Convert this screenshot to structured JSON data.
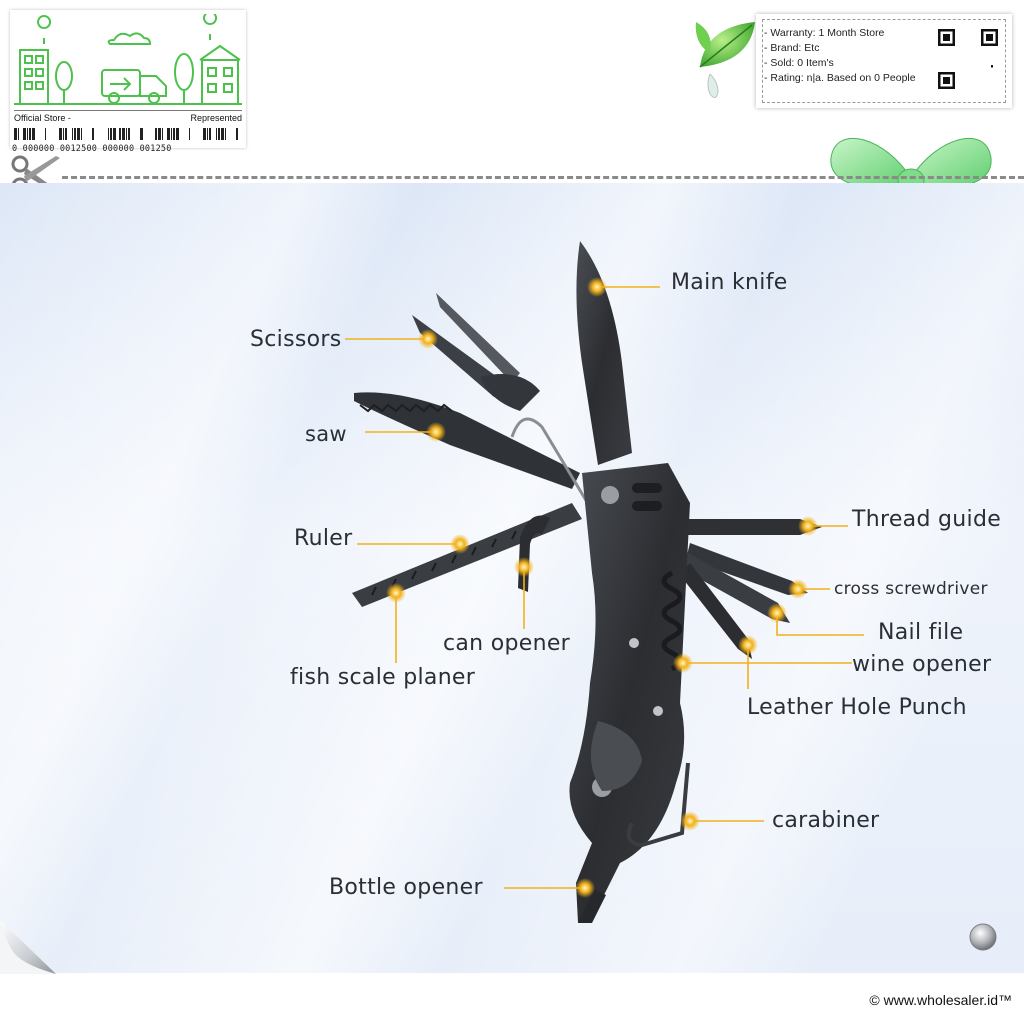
{
  "store_card": {
    "left_label": "Official Store -",
    "right_label": "Represented",
    "barcode_number": "0 000000 0012500 000000 001250"
  },
  "info_box": {
    "lines": [
      "- Warranty: 1 Month Store",
      "- Brand: Etc",
      "- Sold: 0 Item's",
      "- Rating: n|a. Based on 0 People"
    ]
  },
  "labels": {
    "main_knife": "Main knife",
    "scissors": "Scissors",
    "saw": "saw",
    "ruler": "Ruler",
    "thread_guide": "Thread guide",
    "cross_screwdriver": "cross screwdriver",
    "can_opener": "can opener",
    "nail_file": "Nail file",
    "fish_scale_planer": "fish scale planer",
    "wine_opener": "wine opener",
    "leather_hole_punch": "Leather Hole Punch",
    "carabiner": "carabiner",
    "bottle_opener": "Bottle opener"
  },
  "footer": {
    "copyright": "© www.wholesaler.id™"
  },
  "colors": {
    "accent_green": "#4cc24c",
    "callout_gold": "#f2b21a",
    "tool_dark": "#2a2c30"
  },
  "icons": [
    "scissors-icon",
    "leaf-icon",
    "bow-icon",
    "qr-code-icon",
    "store-illustration-icon",
    "page-curl-icon",
    "knob-icon"
  ]
}
